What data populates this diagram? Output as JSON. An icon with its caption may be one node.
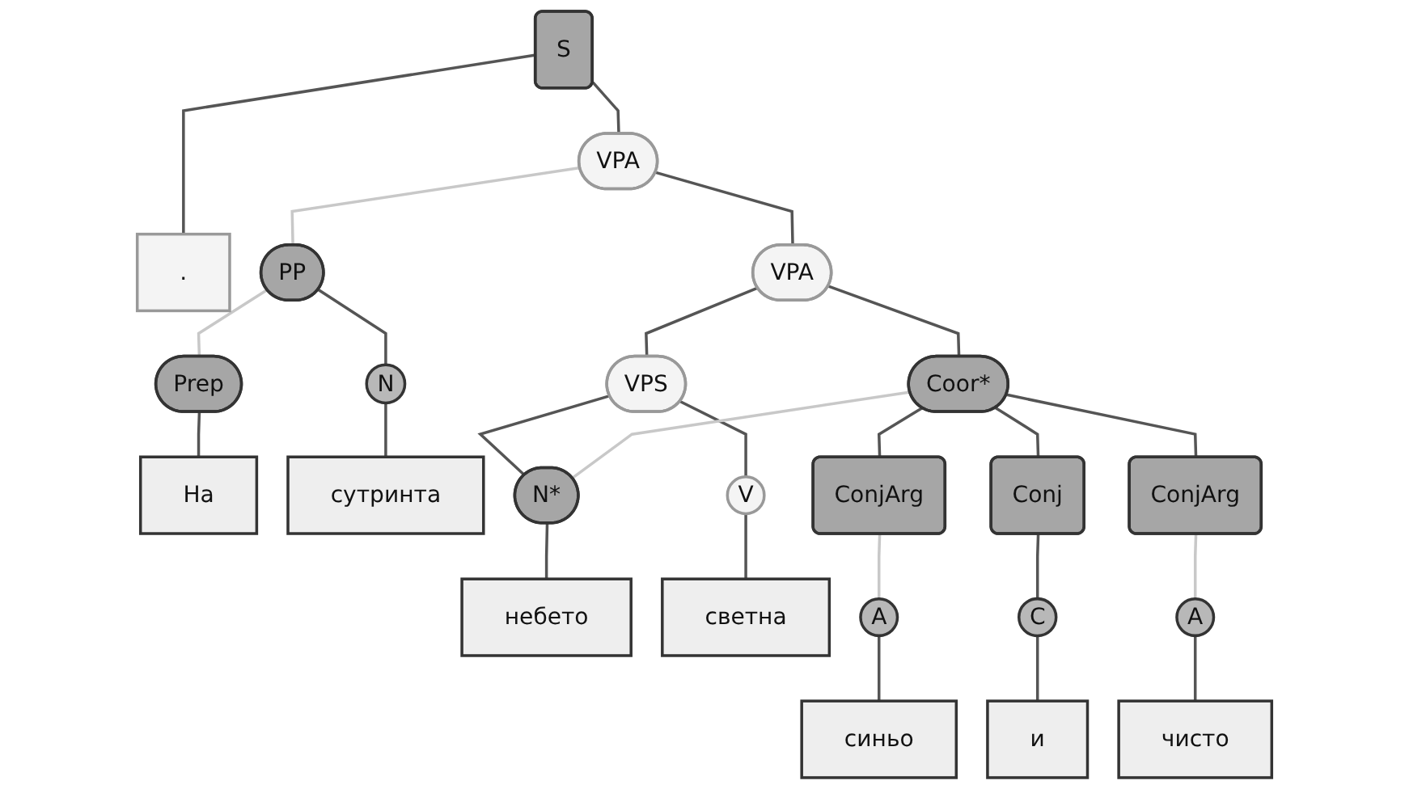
{
  "diagram": {
    "nodes": [
      {
        "text": [
          "S"
        ]
      },
      {
        "text": [
          "VPA"
        ]
      },
      {
        "text": [
          "."
        ]
      },
      {
        "text": [
          "PP"
        ]
      },
      {
        "text": [
          "VPA"
        ]
      },
      {
        "text": [
          "Prep"
        ]
      },
      {
        "text": [
          "N"
        ]
      },
      {
        "text": [
          "VPS"
        ]
      },
      {
        "text": [
          "Coor*"
        ]
      },
      {
        "text": [
          "На"
        ]
      },
      {
        "text": [
          "сутринта"
        ]
      },
      {
        "text": [
          "N*"
        ]
      },
      {
        "text": [
          "V"
        ]
      },
      {
        "text": [
          "ConjArg"
        ]
      },
      {
        "text": [
          "Conj"
        ]
      },
      {
        "text": [
          "ConjArg"
        ]
      },
      {
        "text": [
          "небето"
        ]
      },
      {
        "text": [
          "светна"
        ]
      },
      {
        "text": [
          "A"
        ]
      },
      {
        "text": [
          "C"
        ]
      },
      {
        "text": [
          "A"
        ]
      },
      {
        "text": [
          "синьо"
        ]
      },
      {
        "text": [
          "и"
        ]
      },
      {
        "text": [
          "чисто"
        ]
      }
    ],
    "edges": [
      {
        "from": 0,
        "to": 1,
        "arrow": "none"
      },
      {
        "from": 0,
        "to": 2,
        "arrow": "none"
      },
      {
        "from": 1,
        "to": 3,
        "arrow": "none",
        "color": "#c8c8c8"
      },
      {
        "from": 1,
        "to": 4,
        "arrow": "none"
      },
      {
        "from": 3,
        "to": 5,
        "arrow": "none",
        "color": "#c8c8c8"
      },
      {
        "from": 3,
        "to": 6,
        "arrow": "none"
      },
      {
        "from": 4,
        "to": 7,
        "arrow": "none"
      },
      {
        "from": 4,
        "to": 8,
        "arrow": "none"
      },
      {
        "from": 5,
        "to": 9,
        "arrow": "none"
      },
      {
        "from": 6,
        "to": 10,
        "arrow": "none"
      },
      {
        "from": 7,
        "to": 11,
        "arrow": "none"
      },
      {
        "from": 7,
        "to": 12,
        "arrow": "none"
      },
      {
        "from": 8,
        "to": 13,
        "arrow": "none"
      },
      {
        "from": 8,
        "to": 14,
        "arrow": "none"
      },
      {
        "from": 8,
        "to": 15,
        "arrow": "none"
      },
      {
        "from": 8,
        "to": 11,
        "arrow": "none",
        "color": "#c8c8c8"
      },
      {
        "from": 11,
        "to": 16,
        "arrow": "none"
      },
      {
        "from": 12,
        "to": 17,
        "arrow": "none"
      },
      {
        "from": 13,
        "to": 18,
        "arrow": "none",
        "color": "#c8c8c8"
      },
      {
        "from": 14,
        "to": 19,
        "arrow": "none"
      },
      {
        "from": 15,
        "to": 20,
        "arrow": "none",
        "color": "#c8c8c8"
      },
      {
        "from": 18,
        "to": 21,
        "arrow": "none"
      },
      {
        "from": 19,
        "to": 22,
        "arrow": "none"
      },
      {
        "from": 20,
        "to": 23,
        "arrow": "none"
      }
    ]
  }
}
